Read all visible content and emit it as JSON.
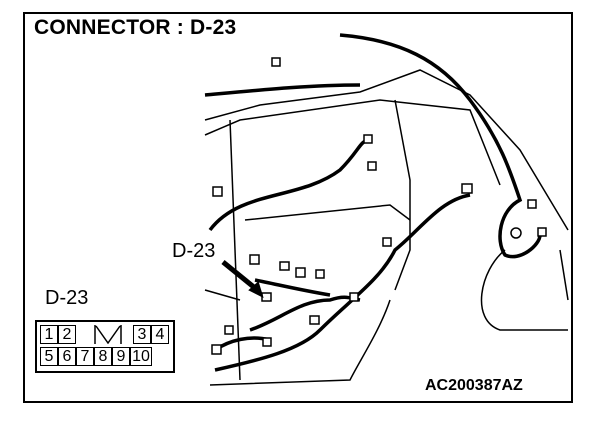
{
  "title": "CONNECTOR : D-23",
  "callout_label": "D-23",
  "connector": {
    "label": "D-23",
    "top_row": [
      "1",
      "2",
      "3",
      "4"
    ],
    "bottom_row": [
      "5",
      "6",
      "7",
      "8",
      "9",
      "10"
    ]
  },
  "figure_code": "AC200387AZ"
}
